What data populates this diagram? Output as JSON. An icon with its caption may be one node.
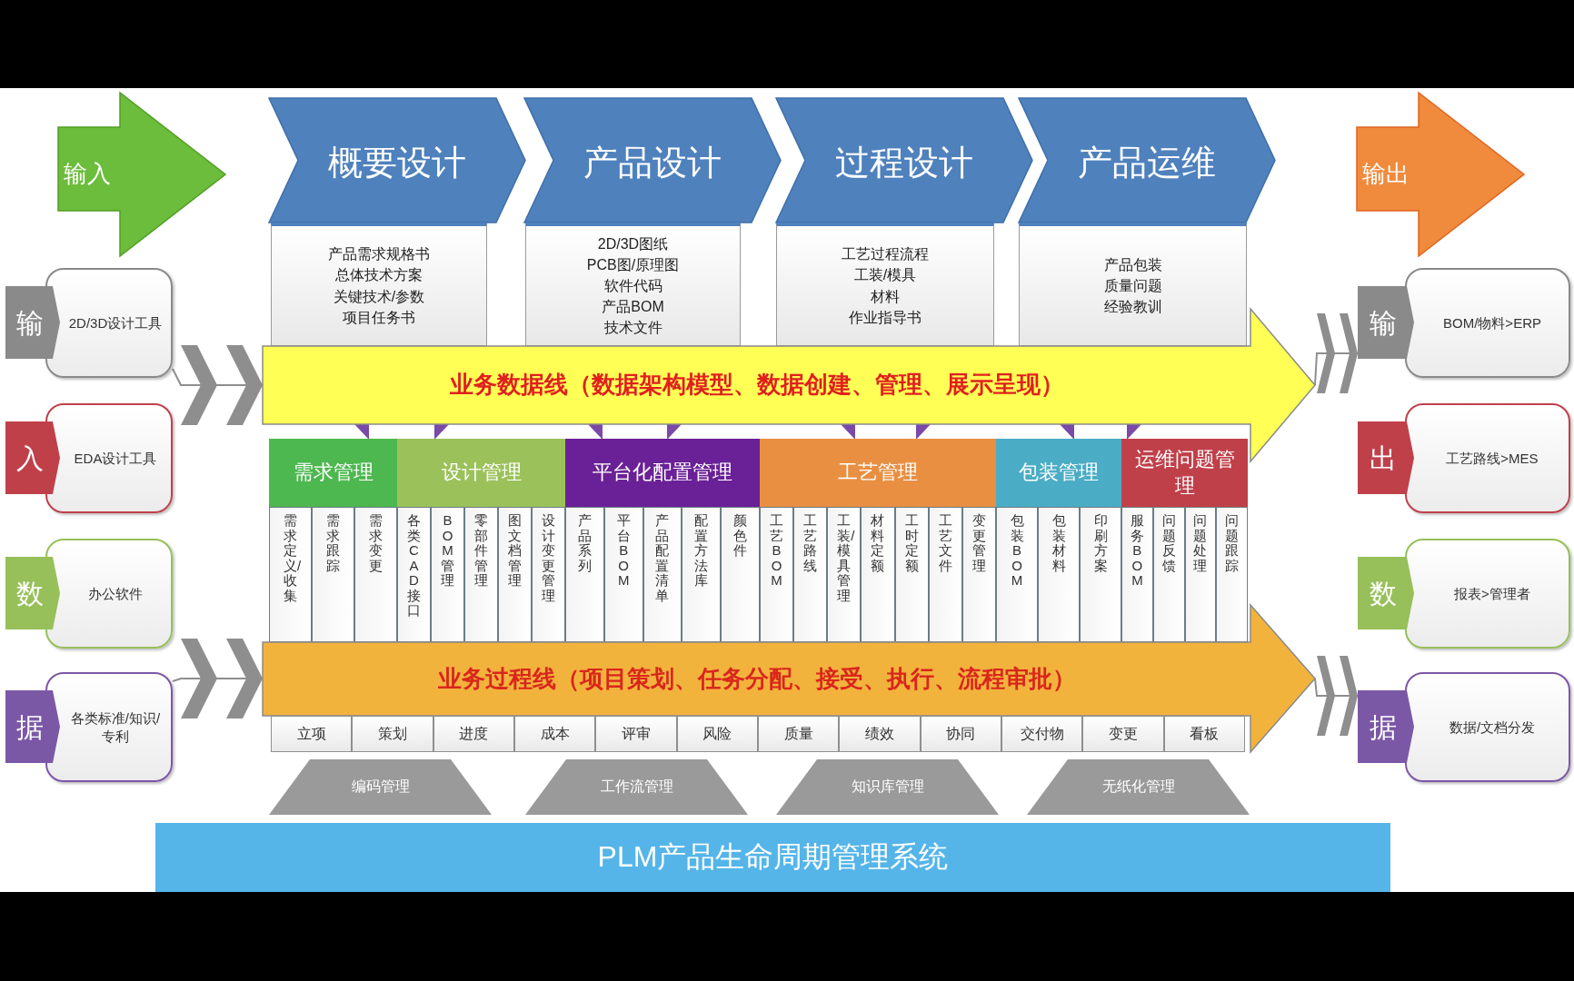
{
  "diagram": {
    "nodes": [
      {
        "text": [
          "输入"
        ]
      },
      {
        "text": [
          "概要设计"
        ]
      },
      {
        "text": [
          "产品设计"
        ]
      },
      {
        "text": [
          "过程设计"
        ]
      },
      {
        "text": [
          "产品运维"
        ]
      },
      {
        "text": [
          "输出"
        ]
      },
      {
        "text": [
          "产品需求规格书",
          "总体技术方案",
          "关键技术/参数",
          "项目任务书"
        ]
      },
      {
        "text": [
          "2D/3D图纸",
          "PCB图/原理图",
          "软件代码",
          "产品BOM",
          "技术文件"
        ]
      },
      {
        "text": [
          "工艺过程流程",
          "工装/模具",
          "材料",
          "作业指导书"
        ]
      },
      {
        "text": [
          "产品包装",
          "质量问题",
          "经验教训"
        ]
      },
      {
        "text": [
          "输"
        ]
      },
      {
        "text": [
          "2D/3D设计工具"
        ]
      },
      {
        "text": [
          "入"
        ]
      },
      {
        "text": [
          "EDA设计工具"
        ]
      },
      {
        "text": [
          "数"
        ]
      },
      {
        "text": [
          "办公软件"
        ]
      },
      {
        "text": [
          "据"
        ]
      },
      {
        "text": [
          "各类标准/知识/专利"
        ]
      },
      {
        "text": [
          "输"
        ]
      },
      {
        "text": [
          "BOM/物料>ERP"
        ]
      },
      {
        "text": [
          "出"
        ]
      },
      {
        "text": [
          "工艺路线>MES"
        ]
      },
      {
        "text": [
          "数"
        ]
      },
      {
        "text": [
          "报表>管理者"
        ]
      },
      {
        "text": [
          "据"
        ]
      },
      {
        "text": [
          "数据/文档分发"
        ]
      },
      {
        "text": [
          "业务数据线（数据架构模型、数据创建、管理、展示呈现）"
        ]
      },
      {
        "text": [
          "需求管理"
        ]
      },
      {
        "text": [
          "设计管理"
        ]
      },
      {
        "text": [
          "平台化配置管理"
        ]
      },
      {
        "text": [
          "工艺管理"
        ]
      },
      {
        "text": [
          "包装管理"
        ]
      },
      {
        "text": [
          "运维问题管理"
        ]
      },
      {
        "text": [
          "需求定义/收集"
        ]
      },
      {
        "text": [
          "需求跟踪"
        ]
      },
      {
        "text": [
          "需求变更"
        ]
      },
      {
        "text": [
          "各类CAD接口"
        ]
      },
      {
        "text": [
          "BOM管理"
        ]
      },
      {
        "text": [
          "零部件管理"
        ]
      },
      {
        "text": [
          "图文档管理"
        ]
      },
      {
        "text": [
          "设计变更管理"
        ]
      },
      {
        "text": [
          "产品系列"
        ]
      },
      {
        "text": [
          "平台BOM"
        ]
      },
      {
        "text": [
          "产品配置清单"
        ]
      },
      {
        "text": [
          "配置方法库"
        ]
      },
      {
        "text": [
          "颜色件"
        ]
      },
      {
        "text": [
          "工艺BOM"
        ]
      },
      {
        "text": [
          "工艺路线"
        ]
      },
      {
        "text": [
          "工装/模具管理"
        ]
      },
      {
        "text": [
          "材料定额"
        ]
      },
      {
        "text": [
          "工时定额"
        ]
      },
      {
        "text": [
          "工艺文件"
        ]
      },
      {
        "text": [
          "变更管理"
        ]
      },
      {
        "text": [
          "包装BOM"
        ]
      },
      {
        "text": [
          "包装材料"
        ]
      },
      {
        "text": [
          "印刷方案"
        ]
      },
      {
        "text": [
          "服务BOM"
        ]
      },
      {
        "text": [
          "问题反馈"
        ]
      },
      {
        "text": [
          "问题处理"
        ]
      },
      {
        "text": [
          "问题跟踪"
        ]
      },
      {
        "text": [
          "业务过程线（项目策划、任务分配、接受、执行、流程审批）"
        ]
      },
      {
        "text": [
          "立项"
        ]
      },
      {
        "text": [
          "策划"
        ]
      },
      {
        "text": [
          "进度"
        ]
      },
      {
        "text": [
          "成本"
        ]
      },
      {
        "text": [
          "评审"
        ]
      },
      {
        "text": [
          "风险"
        ]
      },
      {
        "text": [
          "质量"
        ]
      },
      {
        "text": [
          "绩效"
        ]
      },
      {
        "text": [
          "协同"
        ]
      },
      {
        "text": [
          "交付物"
        ]
      },
      {
        "text": [
          "变更"
        ]
      },
      {
        "text": [
          "看板"
        ]
      },
      {
        "text": [
          "编码管理"
        ]
      },
      {
        "text": [
          "工作流管理"
        ]
      },
      {
        "text": [
          "知识库管理"
        ]
      },
      {
        "text": [
          "无纸化管理"
        ]
      },
      {
        "text": [
          "PLM产品生命周期管理系统"
        ]
      }
    ],
    "edges": [
      {
        "from": 11,
        "to": 26,
        "arrow": "to"
      },
      {
        "from": 17,
        "to": 60,
        "arrow": "to"
      },
      {
        "from": 26,
        "to": 18,
        "arrow": "to"
      },
      {
        "from": 60,
        "to": 24,
        "arrow": "to"
      }
    ]
  }
}
